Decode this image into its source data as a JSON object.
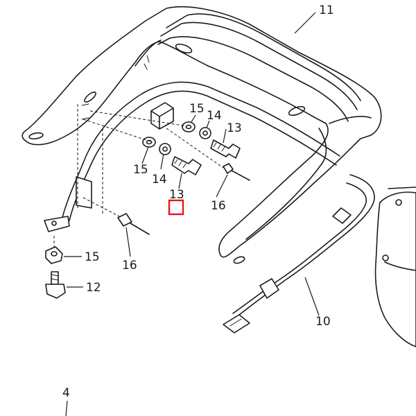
{
  "diagram": {
    "highlight_color": "#e8141c",
    "line_color": "#1a1a1a",
    "callouts": {
      "c11": "11",
      "c15a": "15",
      "c14a": "14",
      "c13a": "13",
      "c15b": "15",
      "c14b": "14",
      "c13b": "13",
      "c16a": "16",
      "c15c": "15",
      "c12": "12",
      "c16b": "16",
      "c10": "10",
      "c4": "4"
    }
  }
}
